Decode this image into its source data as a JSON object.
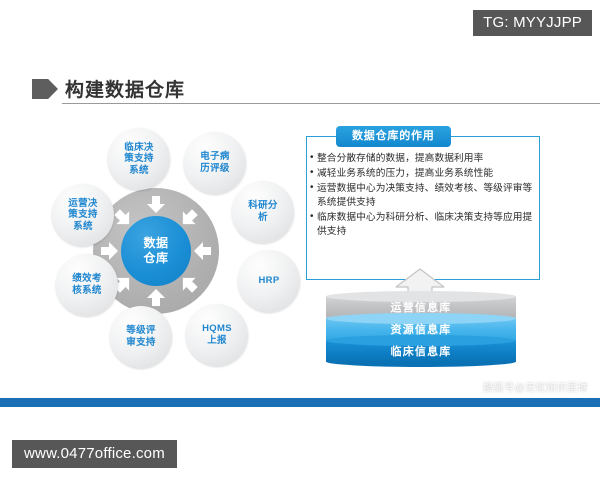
{
  "badges": {
    "tg": "TG: MYYJJPP",
    "url": "www.0477office.com"
  },
  "slide": {
    "title": "构建数据仓库",
    "watermark": "搜狐号@无忧知识星球"
  },
  "diagram": {
    "center_label": "数据\n仓库",
    "nodes": [
      {
        "label": "临床决\n策支持\n系统"
      },
      {
        "label": "电子病\n历评级"
      },
      {
        "label": "科研分\n析"
      },
      {
        "label": "HRP"
      },
      {
        "label": "HQMS\n上报"
      },
      {
        "label": "等级评\n审支持"
      },
      {
        "label": "绩效考\n核系统"
      },
      {
        "label": "运营决\n策支持\n系统"
      }
    ]
  },
  "info": {
    "header": "数据仓库的作用",
    "bullets": [
      "整合分散存储的数据，提高数据利用率",
      "减轻业务系统的压力，提高业务系统性能",
      "运营数据中心为决策支持、绩效考核、等级评审等系统提供支持",
      "临床数据中心为科研分析、临床决策支持等应用提供支持"
    ]
  },
  "stack": {
    "layers": [
      {
        "label": "运营信息库"
      },
      {
        "label": "资源信息库"
      },
      {
        "label": "临床信息库"
      }
    ]
  },
  "colors": {
    "accent_blue": "#1b8fd6",
    "bar_blue": "#1a6fb5",
    "badge_gray": "#575757",
    "ring_gray": "#b2b2b2"
  }
}
